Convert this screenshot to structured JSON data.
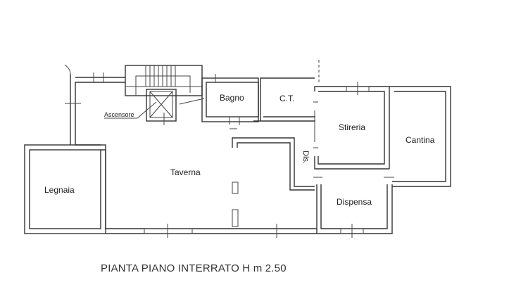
{
  "rooms": {
    "legnaia": "Legnaia",
    "taverna": "Taverna",
    "bagno": "Bagno",
    "ct": "C.T.",
    "stireria": "Stireria",
    "cantina": "Cantina",
    "dispensa": "Dispensa",
    "dis": "Dis.",
    "ascensore": "Ascensore"
  },
  "caption": "PIANTA PIANO INTERRATO H m 2.50"
}
